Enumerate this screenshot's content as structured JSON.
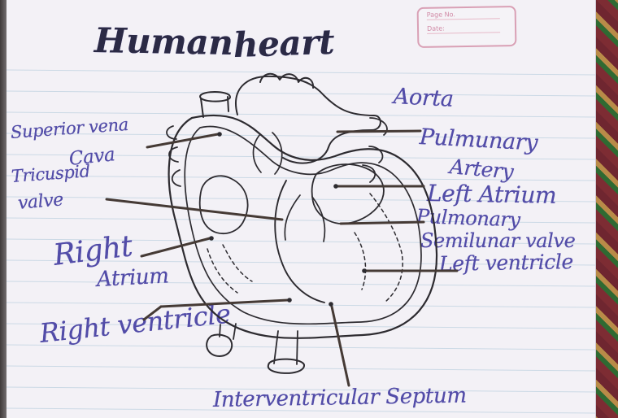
{
  "image": {
    "title_parts": [
      "Human",
      "heart"
    ],
    "page_box": {
      "page_no_label": "Page No.",
      "date_label": "Date:"
    },
    "labels": {
      "aorta": "Aorta",
      "superior_vena_cava_line1": "Superior vena",
      "superior_vena_cava_line2": "Cava",
      "pulmonary_artery_line1": "Pulmunary",
      "pulmonary_artery_line2": "Artery",
      "tricuspid_valve_line1": "Tricuspid",
      "tricuspid_valve_line2": "valve",
      "left_atrium": "Left Atrium",
      "pulmonary_semilunar_valve_line1": "Pulmonary",
      "pulmonary_semilunar_valve_line2": "Semilunar valve",
      "right_atrium_line1": "Right",
      "right_atrium_line2": "Atrium",
      "left_ventricle": "Left ventricle",
      "right_ventricle": "Right ventricle",
      "interventricular_septum": "Interventricular Septum"
    },
    "colors": {
      "paper": "#f3f1f6",
      "ink_blue": "#524ca8",
      "pencil": "#2d2b30",
      "margin_pink": "#d9a0b5",
      "rule_line": "#c9d8e5"
    }
  }
}
